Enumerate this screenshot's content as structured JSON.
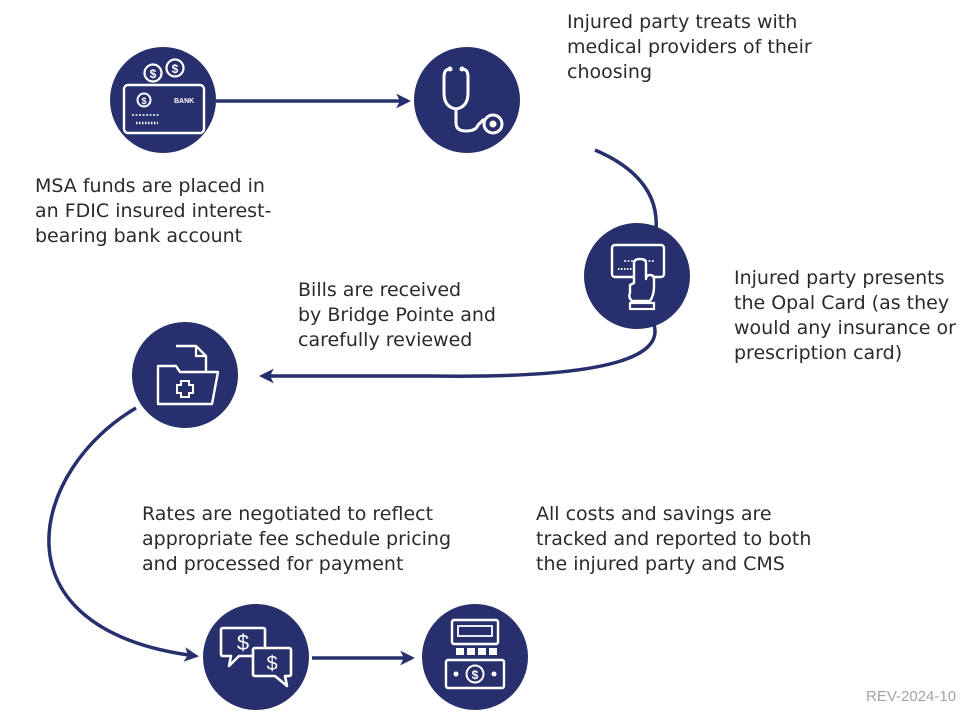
{
  "colors": {
    "node": "#27306c",
    "connector": "#27306c",
    "text": "#2b2b2b",
    "revision": "#a4a4a4"
  },
  "steps": [
    {
      "icon": "bank-card-icon",
      "caption": "MSA funds are placed in\nan FDIC insured interest-\nbearing bank account",
      "icon_text": "BANK"
    },
    {
      "icon": "stethoscope-icon",
      "caption": "Injured party treats with\nmedical providers of their\nchoosing"
    },
    {
      "icon": "hand-card-icon",
      "caption": "Injured party presents\nthe Opal Card (as they\nwould any insurance or\nprescription card)"
    },
    {
      "icon": "medical-folder-icon",
      "caption": "Bills are received\nby Bridge Pointe and\ncarefully reviewed"
    },
    {
      "icon": "dollar-chat-icon",
      "caption": "Rates are negotiated to reflect\nappropriate fee schedule pricing\nand processed for payment"
    },
    {
      "icon": "cash-register-icon",
      "caption": "All costs and savings are\ntracked and reported to both\nthe injured party and CMS"
    }
  ],
  "revision": "REV-2024-10"
}
